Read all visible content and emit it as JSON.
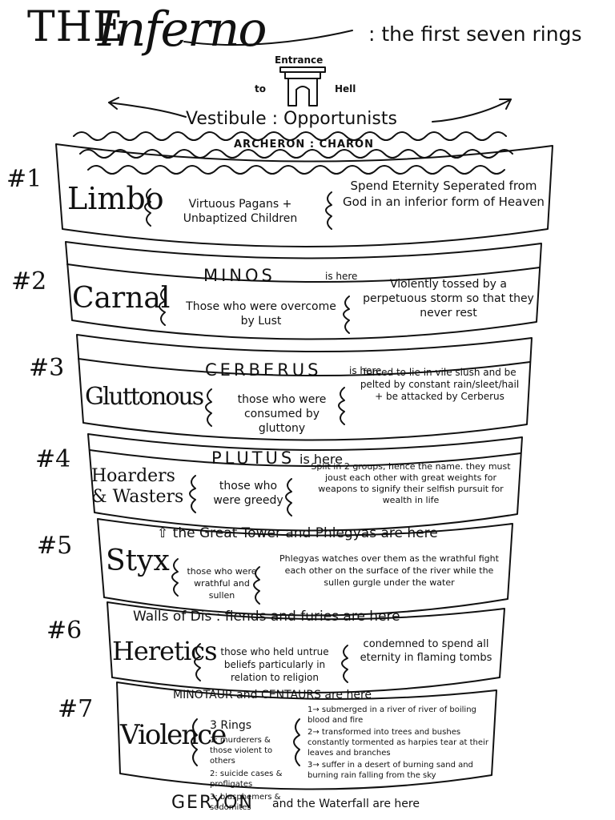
{
  "title": {
    "part1": "THE",
    "part2": "Inferno",
    "part3": ": the first seven rings"
  },
  "entrance": {
    "top": "Entrance",
    "left": "to",
    "right": "Hell"
  },
  "vestibule": "Vestibule : Opportunists",
  "acheron": "ARCHERON : CHARON",
  "rings": [
    {
      "number": "#1",
      "name": "Limbo",
      "sinners": "Virtuous Pagans + Unbaptized Children",
      "punishment": "Spend Eternity Seperated from God in an inferior form of Heaven"
    },
    {
      "number": "#2",
      "guardian": "MINOS",
      "guardian_suffix": "is here",
      "name": "Carnal",
      "sinners": "Those who were overcome by Lust",
      "punishment": "Violently tossed by a perpetuous storm so that they never rest"
    },
    {
      "number": "#3",
      "guardian": "CERBERUS",
      "guardian_suffix": "is here",
      "name": "Gluttonous",
      "sinners": "those who were consumed by gluttony",
      "punishment": "forced to lie in vile slush and be pelted by constant rain/sleet/hail + be attacked by Cerberus"
    },
    {
      "number": "#4",
      "guardian": "PLUTUS",
      "guardian_suffix": "is here",
      "name": "Hoarders & Wasters",
      "sinners": "those who were greedy",
      "punishment": "Split in 2 groups, hence the name. they must joust each other with great weights for weapons to signify their selfish pursuit for wealth in life"
    },
    {
      "number": "#5",
      "guardian_line": "⇧ the Great Tower and Phlegyas are here",
      "name": "Styx",
      "sinners": "those who were wrathful and sullen",
      "punishment": "Phlegyas watches over them as the wrathful fight each other on the surface of the river while the sullen gurgle under the water"
    },
    {
      "number": "#6",
      "guardian_line": "Walls of Dis : fiends and furies are here",
      "name": "Heretics",
      "sinners": "those who held untrue beliefs particularly in relation to religion",
      "punishment": "condemned to spend all eternity in flaming tombs"
    },
    {
      "number": "#7",
      "guardian_line": "MINOTAUR and CENTAURS are here",
      "name": "Violence",
      "sub_title": "3 Rings",
      "sub_rings": [
        "1: murderers & those violent to others",
        "2: suicide cases & profligates",
        "3: blasphemers & sodomites"
      ],
      "punishments": [
        "1→ submerged in a river of river of boiling blood and fire",
        "2→ transformed into trees and bushes constantly tormented as harpies tear at their leaves and branches",
        "3→ suffer in a desert of burning sand and burning rain falling from the sky"
      ]
    }
  ],
  "footer": {
    "main": "GERYON",
    "suffix": "and the Waterfall are here"
  }
}
